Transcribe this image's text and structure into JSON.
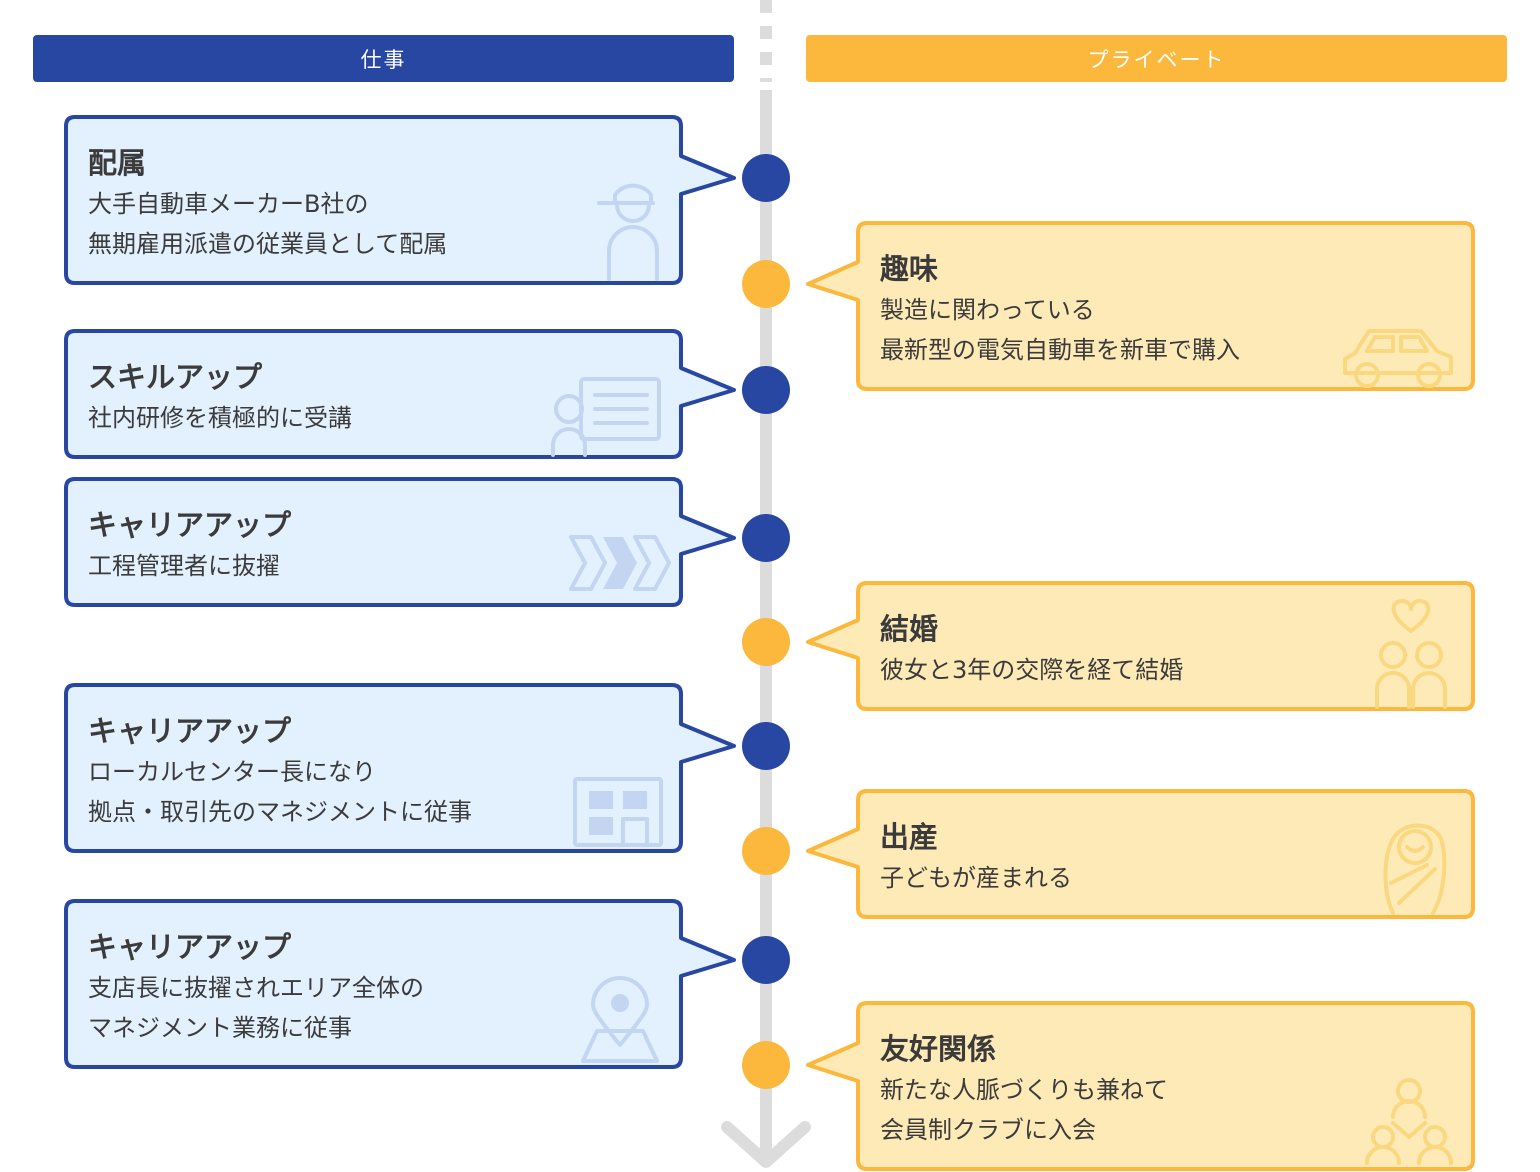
{
  "headers": {
    "work": "仕事",
    "private": "プライベート"
  },
  "colors": {
    "work": "#2747a2",
    "private": "#fbb83d",
    "work_fill": "#e3f0fd",
    "private_fill": "#fdeab7",
    "axis": "#dcdcdc"
  },
  "work_events": [
    {
      "title": "配属",
      "lines": [
        "大手自動車メーカーB社の",
        "無期雇用派遣の従業員として配属"
      ],
      "icon": "worker-cap-icon"
    },
    {
      "title": "スキルアップ",
      "lines": [
        "社内研修を積極的に受講"
      ],
      "icon": "training-board-icon"
    },
    {
      "title": "キャリアアップ",
      "lines": [
        "工程管理者に抜擢"
      ],
      "icon": "process-flow-icon"
    },
    {
      "title": "キャリアアップ",
      "lines": [
        "ローカルセンター長になり",
        "拠点・取引先のマネジメントに従事"
      ],
      "icon": "building-icon"
    },
    {
      "title": "キャリアアップ",
      "lines": [
        "支店長に抜擢されエリア全体の",
        "マネジメント業務に従事"
      ],
      "icon": "map-pin-icon"
    }
  ],
  "private_events": [
    {
      "title": "趣味",
      "lines": [
        "製造に関わっている",
        "最新型の電気自動車を新車で購入"
      ],
      "icon": "car-icon"
    },
    {
      "title": "結婚",
      "lines": [
        "彼女と3年の交際を経て結婚"
      ],
      "icon": "couple-heart-icon"
    },
    {
      "title": "出産",
      "lines": [
        "子どもが産まれる"
      ],
      "icon": "baby-icon"
    },
    {
      "title": "友好関係",
      "lines": [
        "新たな人脈づくりも兼ねて",
        "会員制クラブに入会"
      ],
      "icon": "network-people-icon"
    }
  ]
}
